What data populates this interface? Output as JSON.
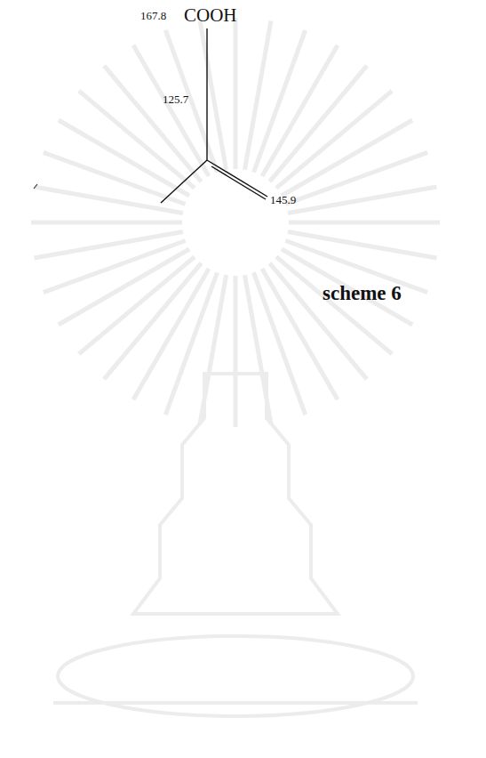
{
  "diagram": {
    "caption": "scheme 6",
    "labels": [
      "167.8",
      "COOH",
      "125.7",
      "145.9"
    ]
  }
}
